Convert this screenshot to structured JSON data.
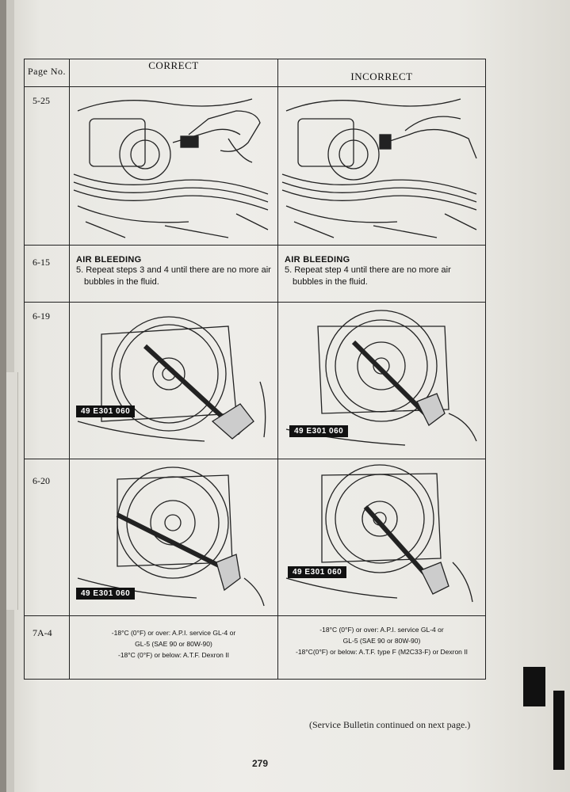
{
  "header": {
    "page_no": "Page No.",
    "correct": "CORRECT",
    "incorrect": "INCORRECT"
  },
  "rows": [
    {
      "page": "5-25"
    },
    {
      "page": "6-15",
      "correct_heading": "AIR BLEEDING",
      "correct_step": "5. Repeat steps 3 and 4 until there are no more air bubbles in the fluid.",
      "incorrect_heading": "AIR BLEEDING",
      "incorrect_step": "5. Repeat step 4 until there are no more air bubbles in the fluid."
    },
    {
      "page": "6-19",
      "correct_tag": "49 E301 060",
      "incorrect_tag": "49 E301 060"
    },
    {
      "page": "6-20",
      "correct_tag": "49 E301 060",
      "incorrect_tag": "49 E301 060"
    },
    {
      "page": "7A-4",
      "correct_lines": [
        "-18°C (0°F) or over: A.P.I. service GL-4 or",
        "GL-5 (SAE 90 or 80W-90)",
        "-18°C (0°F) or below: A.T.F. Dexron II"
      ],
      "incorrect_lines": [
        "-18°C (0°F) or over: A.P.I. service GL-4 or",
        "GL-5 (SAE 90 or 80W-90)",
        "-18°C(0°F) or below: A.T.F. type F (M2C33-F) or Dexron II"
      ]
    }
  ],
  "footer": {
    "continued": "(Service Bulletin continued on next page.)",
    "page_number": "279"
  }
}
